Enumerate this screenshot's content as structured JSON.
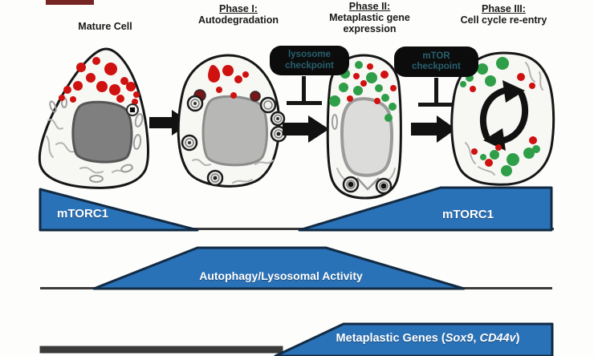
{
  "figure": {
    "stages": [
      {
        "line1": "Mature Cell"
      },
      {
        "line1": "Phase I:",
        "line2": "Autodegradation"
      },
      {
        "line1": "Phase II:",
        "line2": "Metaplastic gene",
        "line3": "expression"
      },
      {
        "line1": "Phase III:",
        "line2": "Cell cycle re-entry"
      }
    ],
    "checkpoints": [
      {
        "line1": "lysosome",
        "line2": "checkpoint"
      },
      {
        "line1": "mTOR",
        "line2": "checkpoint"
      }
    ],
    "bands": {
      "mtorc1": {
        "left_label": "mTORC1",
        "right_label": "mTORC1",
        "profile": "high at mature cell, declines to zero during Phase I, rises back to high through Phase II-III"
      },
      "autophagy": {
        "label": "Autophagy/Lysosomal Activity",
        "profile": "low, peaks across Phase I-II, returns to low"
      },
      "metaplastic": {
        "prefix": "Metaplastic Genes (",
        "gene1": "Sox9",
        "separator": ", ",
        "gene2": "CD44v",
        "suffix": ")",
        "profile": "off, rises during Phase II, stays high through Phase III"
      }
    },
    "colors": {
      "band_blue": "#2a72b8",
      "band_outline": "#122a42",
      "baseline_gray": "#3b3b3b",
      "granule_red": "#cf1110",
      "gene_green": "#2f9e48",
      "checkpoint_badge_bg": "#0c0c0c",
      "checkpoint_badge_text": "#27606f",
      "arrow_black": "#111111"
    }
  }
}
